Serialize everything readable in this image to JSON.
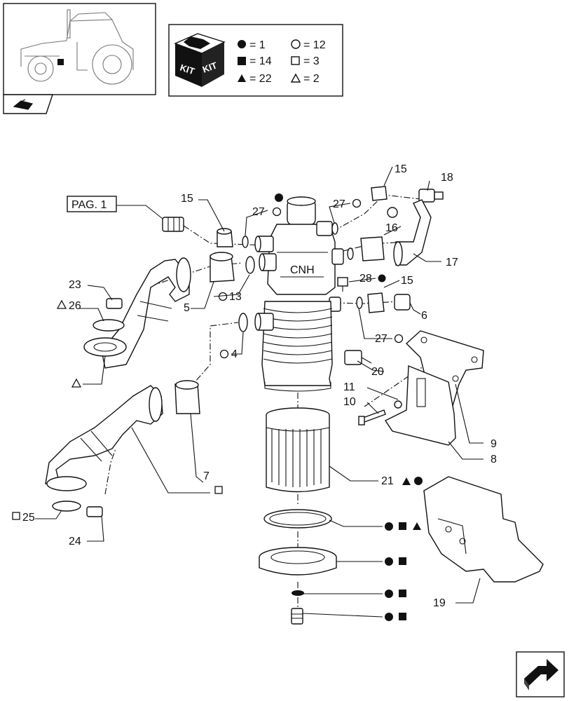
{
  "thumbnail": {
    "icon": "tractor-side-view-icon",
    "nav_icon": "page-back-arrow-icon"
  },
  "kit_legend": {
    "icon": "kit-box-icon",
    "kit_words": [
      "KIT",
      "KIT"
    ],
    "entries": [
      {
        "symbol": "filled-circle",
        "text": "= 1"
      },
      {
        "symbol": "open-circle",
        "text": "= 12"
      },
      {
        "symbol": "filled-square",
        "text": "= 14"
      },
      {
        "symbol": "open-square",
        "text": "= 3"
      },
      {
        "symbol": "filled-triangle",
        "text": "= 22"
      },
      {
        "symbol": "open-triangle",
        "text": "= 2"
      }
    ]
  },
  "page_ref": "PAG. 1",
  "housing_text": "CNH",
  "callouts": {
    "c15a": "15",
    "c18": "18",
    "c15b": "15",
    "c27a": "27",
    "c27b": "27",
    "c16": "16",
    "c17": "17",
    "c28": "28",
    "c15c": "15",
    "c6": "6",
    "c23": "23",
    "c26": "26",
    "c5": "5",
    "c13": "13",
    "c4": "4",
    "c27c": "27",
    "c20": "20",
    "c11": "11",
    "c10": "10",
    "c9": "9",
    "c8": "8",
    "c7": "7",
    "c21": "21",
    "c25": "25",
    "c24": "24",
    "c19": "19"
  },
  "next_page_icon": "next-page-arrow-icon"
}
